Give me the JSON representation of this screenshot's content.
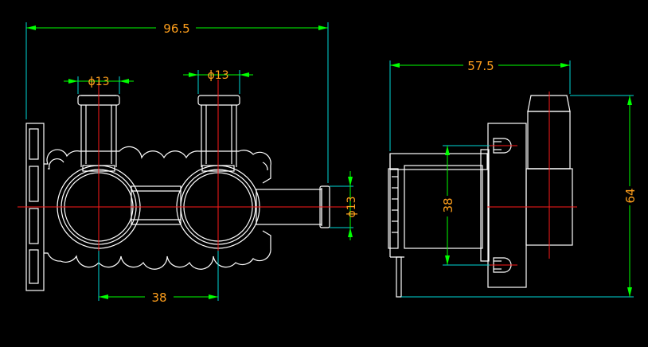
{
  "colors": {
    "background": "#000000",
    "outline": "#ffffff",
    "dimension_line": "#00ff00",
    "dimension_text": "#ff9f1c",
    "centerline": "#ff1a1a",
    "extension_line": "#00d8d8"
  },
  "front_view": {
    "overall_width": "96.5",
    "inlet_diameter_left": "ϕ13",
    "inlet_diameter_right": "ϕ13",
    "outlet_diameter": "ϕ13",
    "center_distance": "38"
  },
  "side_view": {
    "overall_width": "57.5",
    "mount_hole_spacing": "38",
    "overall_height": "64"
  }
}
